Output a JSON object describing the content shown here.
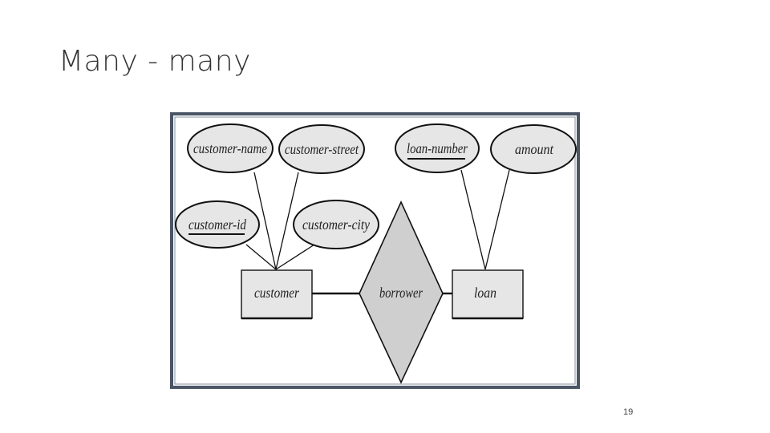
{
  "slide": {
    "title": "Many - many",
    "page_number": "19"
  },
  "diagram": {
    "entities": [
      {
        "id": "customer",
        "label": "customer"
      },
      {
        "id": "loan",
        "label": "loan"
      }
    ],
    "relationship": {
      "id": "borrower",
      "label": "borrower"
    },
    "attributes": [
      {
        "id": "customer-name",
        "label": "customer-name",
        "entity": "customer",
        "key": false
      },
      {
        "id": "customer-street",
        "label": "customer-street",
        "entity": "customer",
        "key": false
      },
      {
        "id": "customer-id",
        "label": "customer-id",
        "entity": "customer",
        "key": true
      },
      {
        "id": "customer-city",
        "label": "customer-city",
        "entity": "customer",
        "key": false
      },
      {
        "id": "loan-number",
        "label": "loan-number",
        "entity": "loan",
        "key": true
      },
      {
        "id": "amount",
        "label": "amount",
        "entity": "loan",
        "key": false
      }
    ],
    "colors": {
      "frame_border": "#4a5566",
      "shape_fill": "#e6e6e6",
      "relationship_fill": "#cfcfcf",
      "stroke": "#111111"
    }
  }
}
